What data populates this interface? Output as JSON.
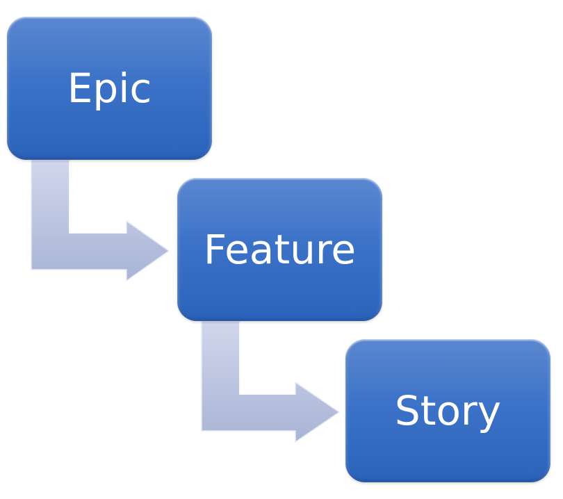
{
  "diagram": {
    "title": "",
    "nodes": [
      {
        "id": "epic",
        "label": "Epic"
      },
      {
        "id": "feature",
        "label": "Feature"
      },
      {
        "id": "story",
        "label": "Story"
      }
    ],
    "edges": [
      {
        "from": "epic",
        "to": "feature",
        "style": "bent-arrow"
      },
      {
        "from": "feature",
        "to": "story",
        "style": "bent-arrow"
      }
    ],
    "colors": {
      "node_fill_top": "#5b87cf",
      "node_fill_bottom": "#2b63bb",
      "node_text": "#ffffff",
      "arrow_fill_top": "#cdd4ea",
      "arrow_fill_bottom": "#aab5d6"
    }
  }
}
